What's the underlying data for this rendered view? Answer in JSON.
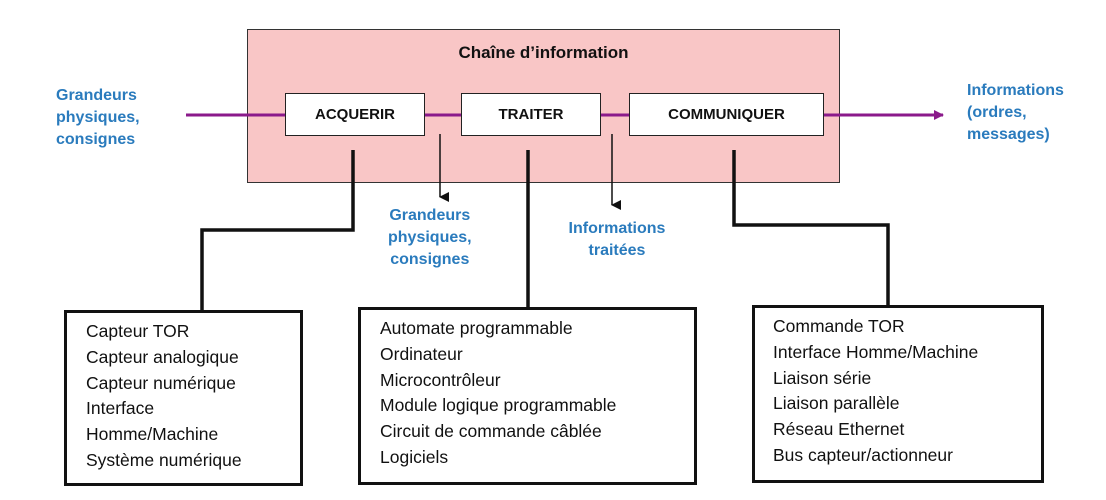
{
  "diagram": {
    "title": "Chaîne d’information",
    "blocks": [
      "ACQUERIR",
      "TRAITER",
      "COMMUNIQUER"
    ],
    "input_label": [
      "Grandeurs",
      "physiques,",
      "consignes"
    ],
    "output_label": [
      "Informations",
      "(ordres,",
      "messages)"
    ],
    "intermediate_labels": [
      [
        "Grandeurs",
        "physiques,",
        "consignes"
      ],
      [
        "Informations",
        "traitées"
      ]
    ],
    "lists": [
      [
        "Capteur TOR",
        "Capteur analogique",
        "Capteur numérique",
        "Interface",
        "Homme/Machine",
        "Système numérique"
      ],
      [
        "Automate programmable",
        "Ordinateur",
        "Microcontrôleur",
        "Module logique programmable",
        "Circuit de commande câblée",
        "Logiciels"
      ],
      [
        "Commande TOR",
        "Interface Homme/Machine",
        "Liaison série",
        "Liaison parallèle",
        "Réseau Ethernet",
        "Bus capteur/actionneur"
      ]
    ],
    "colors": {
      "chain_bg": "#f9c6c6",
      "flow_line": "#8b1a8b",
      "label_blue": "#2a7bbd"
    }
  }
}
